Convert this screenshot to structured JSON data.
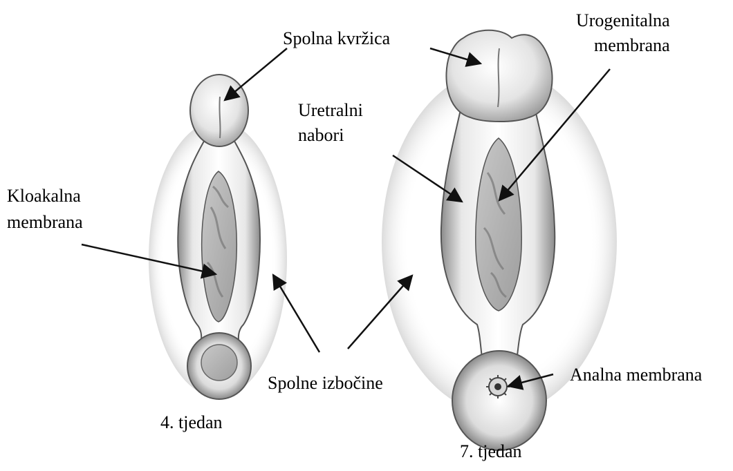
{
  "labels": {
    "genital_tubercle": "Spolna kvržica",
    "urogenital_membrane_line1": "Urogenitalna",
    "urogenital_membrane_line2": "membrana",
    "urethral_folds_line1": "Uretralni",
    "urethral_folds_line2": "nabori",
    "cloacal_membrane_line1": "Kloakalna",
    "cloacal_membrane_line2": "membrana",
    "genital_swellings": "Spolne izbočine",
    "anal_membrane": "Analna membrana"
  },
  "stages": {
    "week4": "4. tjedan",
    "week7": "7. tjedan"
  }
}
